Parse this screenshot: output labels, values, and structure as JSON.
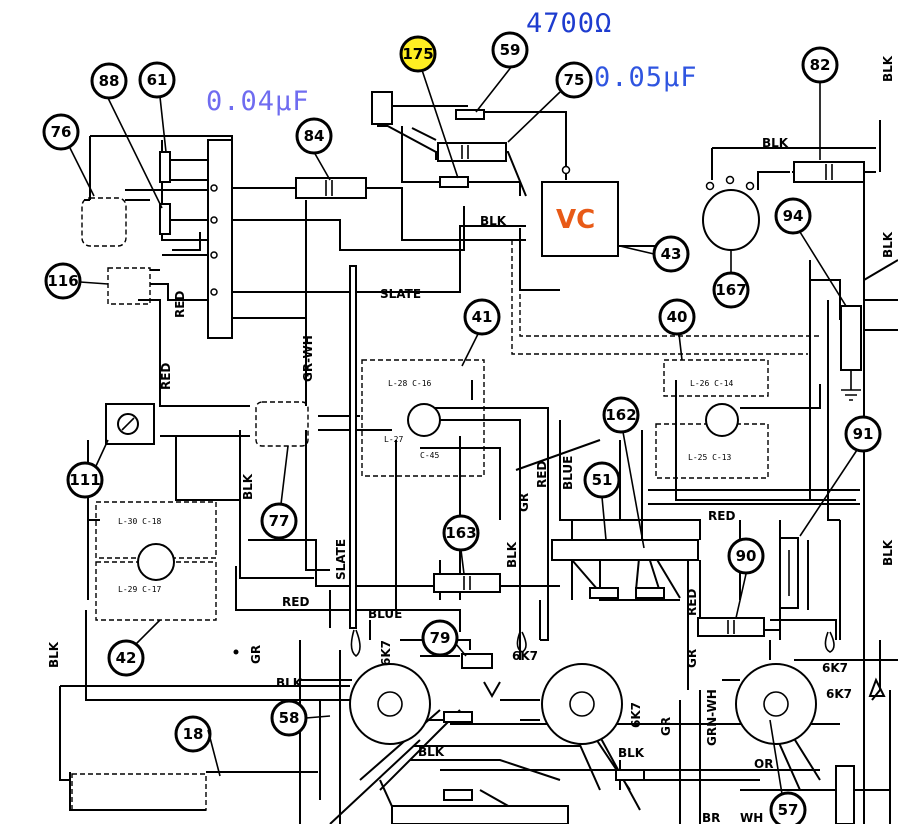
{
  "annotations": {
    "resistor_value": "4700Ω",
    "capacitor_a_value": "0.04µF",
    "capacitor_b_value": "0.05µF",
    "vc_label": "VC",
    "colors": {
      "resistor": "#1e3ccf",
      "capacitor_a": "#6f6cf0",
      "capacitor_b": "#2f55e0",
      "vc": "#e85a17",
      "highlight": "#ffee22"
    }
  },
  "callouts": [
    "175",
    "59",
    "75",
    "88",
    "61",
    "76",
    "84",
    "82",
    "94",
    "116",
    "43",
    "167",
    "41",
    "40",
    "111",
    "162",
    "51",
    "91",
    "77",
    "163",
    "90",
    "42",
    "79",
    "58",
    "18",
    "57"
  ],
  "wire_labels": {
    "blk_top_right": "BLK",
    "blk_vc": "BLK",
    "slate_h": "SLATE",
    "slate_v": "SLATE",
    "red_left": "RED",
    "red_mid": "RED",
    "red_v1": "RED",
    "red_v2": "RED",
    "red_v3": "RED",
    "red_h2": "RED",
    "gr_wh": "GR-WH",
    "blk_left_v": "BLK",
    "blk_mid_v": "BLK",
    "blk_far_left": "BLK",
    "blk_bottom": "BLK",
    "blk_bottom2": "BLK",
    "blk_bottom3": "BLK",
    "blk_edge1": "BLK",
    "blk_edge2": "BLK",
    "blk_edge3": "BLK",
    "blue_v": "BLUE",
    "blue_h": "BLUE",
    "gr_v1": "GR",
    "gr_v2": "GR",
    "gr_v3": "GR",
    "gr_v4": "GR",
    "grn_wh": "GRN-WH",
    "org": "OR",
    "wh": "WH",
    "br": "BR",
    "tube_6k7_a": "6K7",
    "tube_6k7_b": "6K7",
    "tube_6k7_c": "6K7",
    "tube_6k7_d": "6K7",
    "tube_6k7_e": "6K7"
  },
  "coil_labels": {
    "l28_c16": "L-28 C-16",
    "l27": "L-27",
    "c45": "C-45",
    "l26_c14": "L-26 C-14",
    "l25_c13": "L-25 C-13",
    "l30_c18": "L-30 C-18",
    "l29_c17": "L-29 C-17"
  }
}
